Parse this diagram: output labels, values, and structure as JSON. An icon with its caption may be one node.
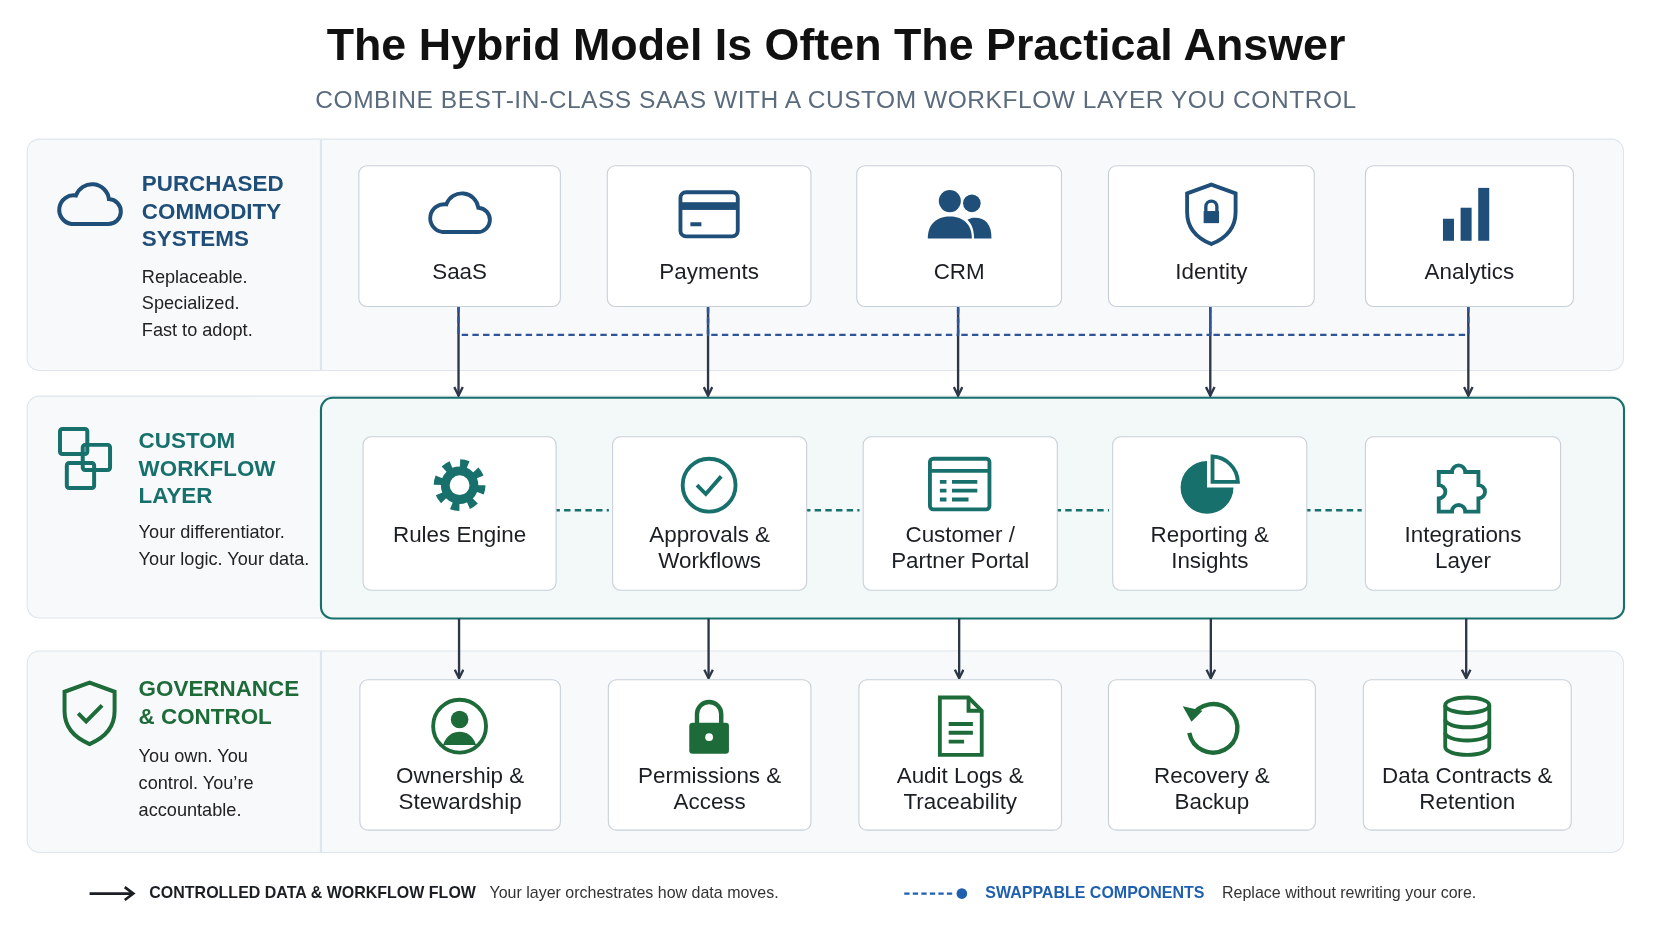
{
  "diagram": {
    "title": "The Hybrid Model Is Often The Practical Answer",
    "nodes": [
      {
        "text": [
          "PURCHASED COMMODITY SYSTEMS",
          "Replaceable. Specialized. Fast to adopt."
        ]
      },
      {
        "text": [
          "SaaS"
        ],
        "in": 0
      },
      {
        "text": [
          "Payments"
        ],
        "in": 0
      },
      {
        "text": [
          "CRM"
        ],
        "in": 0
      },
      {
        "text": [
          "Identity"
        ],
        "in": 0
      },
      {
        "text": [
          "Analytics"
        ],
        "in": 0
      },
      {
        "text": [
          "CUSTOM WORKFLOW LAYER",
          "Your differentiator. Your logic. Your data."
        ]
      },
      {
        "text": [],
        "shape": "box",
        "in": 6
      },
      {
        "text": [
          "Rules Engine"
        ],
        "in": 7
      },
      {
        "text": [
          "Approvals & Workflows"
        ],
        "in": 7
      },
      {
        "text": [
          "Customer / Partner Portal"
        ],
        "in": 7
      },
      {
        "text": [
          "Reporting & Insights"
        ],
        "in": 7
      },
      {
        "text": [
          "Integrations Layer"
        ],
        "in": 7
      },
      {
        "text": [
          "GOVERNANCE & CONTROL",
          "You own. You control. You’re accountable."
        ]
      },
      {
        "text": [
          "Ownership & Stewardship"
        ],
        "in": 13
      },
      {
        "text": [
          "Permissions & Access"
        ],
        "in": 13
      },
      {
        "text": [
          "Audit Logs & Traceability"
        ],
        "in": 13
      },
      {
        "text": [
          "Recovery & Backup"
        ],
        "in": 13
      },
      {
        "text": [
          "Data Contracts & Retention"
        ],
        "in": 13
      }
    ],
    "edges": [
      {
        "from": 1,
        "to": 7,
        "arrow": "to"
      },
      {
        "from": 2,
        "to": 7,
        "arrow": "to"
      },
      {
        "from": 3,
        "to": 7,
        "arrow": "to"
      },
      {
        "from": 4,
        "to": 7,
        "arrow": "to"
      },
      {
        "from": 5,
        "to": 7,
        "arrow": "to"
      },
      {
        "from": 1,
        "to": 2,
        "arrow": "none",
        "style": "dashed",
        "color": "#2f5597"
      },
      {
        "from": 2,
        "to": 3,
        "arrow": "none",
        "style": "dashed",
        "color": "#2f5597"
      },
      {
        "from": 3,
        "to": 4,
        "arrow": "none",
        "style": "dashed",
        "color": "#2f5597"
      },
      {
        "from": 4,
        "to": 5,
        "arrow": "none",
        "style": "dashed",
        "color": "#2f5597"
      },
      {
        "from": 8,
        "to": 9,
        "arrow": "none",
        "style": "dashed",
        "color": "#17706b"
      },
      {
        "from": 9,
        "to": 10,
        "arrow": "none",
        "style": "dashed",
        "color": "#17706b"
      },
      {
        "from": 10,
        "to": 11,
        "arrow": "none",
        "style": "dashed",
        "color": "#17706b"
      },
      {
        "from": 11,
        "to": 12,
        "arrow": "none",
        "style": "dashed",
        "color": "#17706b"
      },
      {
        "from": 7,
        "to": 14,
        "arrow": "to"
      },
      {
        "from": 7,
        "to": 15,
        "arrow": "to"
      },
      {
        "from": 7,
        "to": 16,
        "arrow": "to"
      },
      {
        "from": 7,
        "to": 17,
        "arrow": "to"
      },
      {
        "from": 7,
        "to": 18,
        "arrow": "to"
      }
    ],
    "labels": [
      "COMBINE BEST-IN-CLASS SAAS WITH A CUSTOM WORKFLOW LAYER YOU CONTROL",
      "Your layer orchestrates how data moves.",
      "Replace without rewriting your core."
    ],
    "legend": [
      {
        "text": "CONTROLLED DATA & WORKFLOW FLOW"
      },
      {
        "text": "SWAPPABLE COMPONENTS"
      }
    ]
  }
}
